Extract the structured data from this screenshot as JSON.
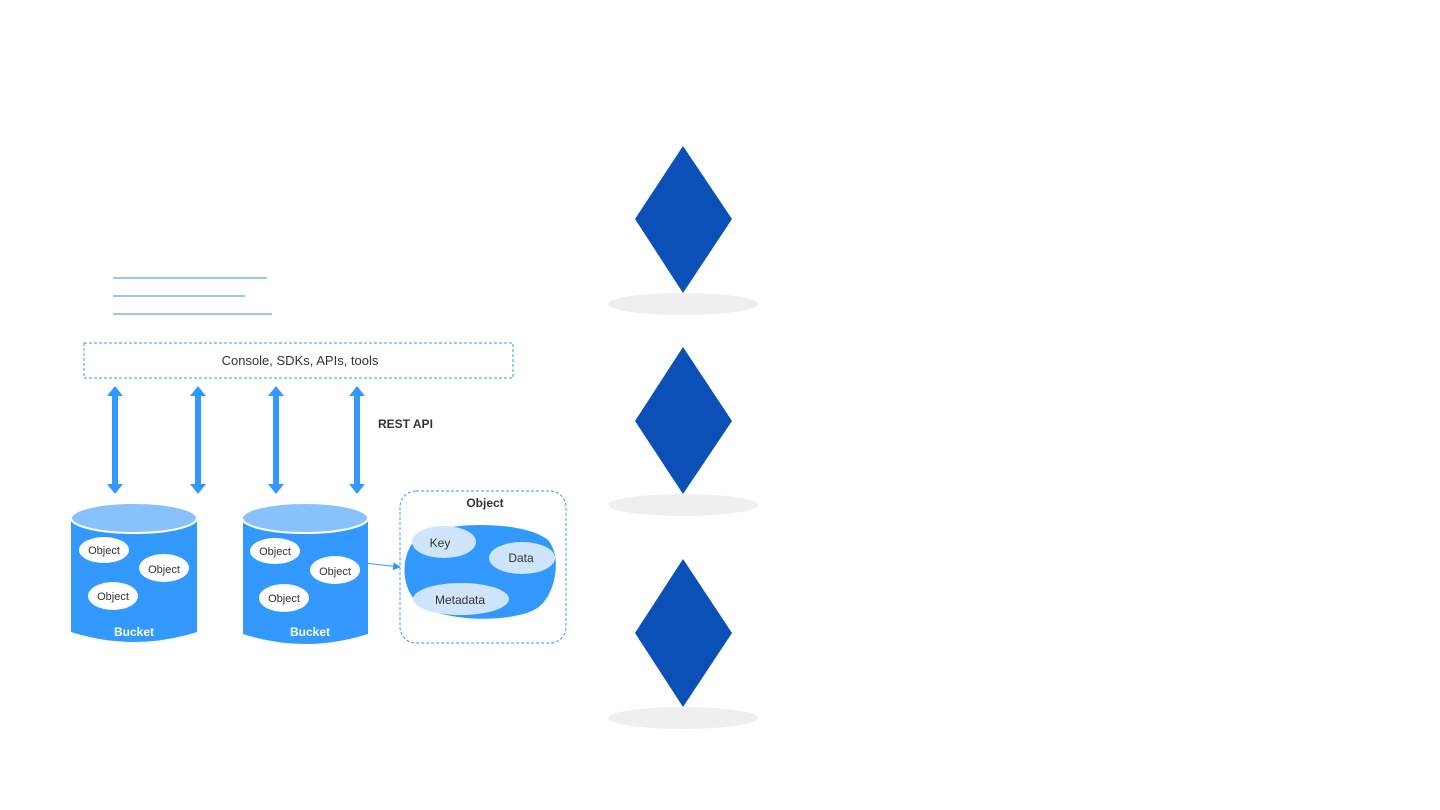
{
  "access_box": {
    "label": "Console, SDKs, APIs, tools"
  },
  "rest_api_label": "REST API",
  "buckets": [
    {
      "label": "Bucket",
      "objects": [
        "Object",
        "Object",
        "Object"
      ]
    },
    {
      "label": "Bucket",
      "objects": [
        "Object",
        "Object",
        "Object"
      ]
    }
  ],
  "object_detail": {
    "title": "Object",
    "parts": [
      "Key",
      "Data",
      "Metadata"
    ]
  },
  "colors": {
    "primary_blue": "#3399ff",
    "bucket_top": "#88c1fb",
    "light_blue": "#cfe5fb",
    "diamond": "#0b50b7",
    "shadow": "#efefef",
    "link_line": "#5aa3ee"
  }
}
